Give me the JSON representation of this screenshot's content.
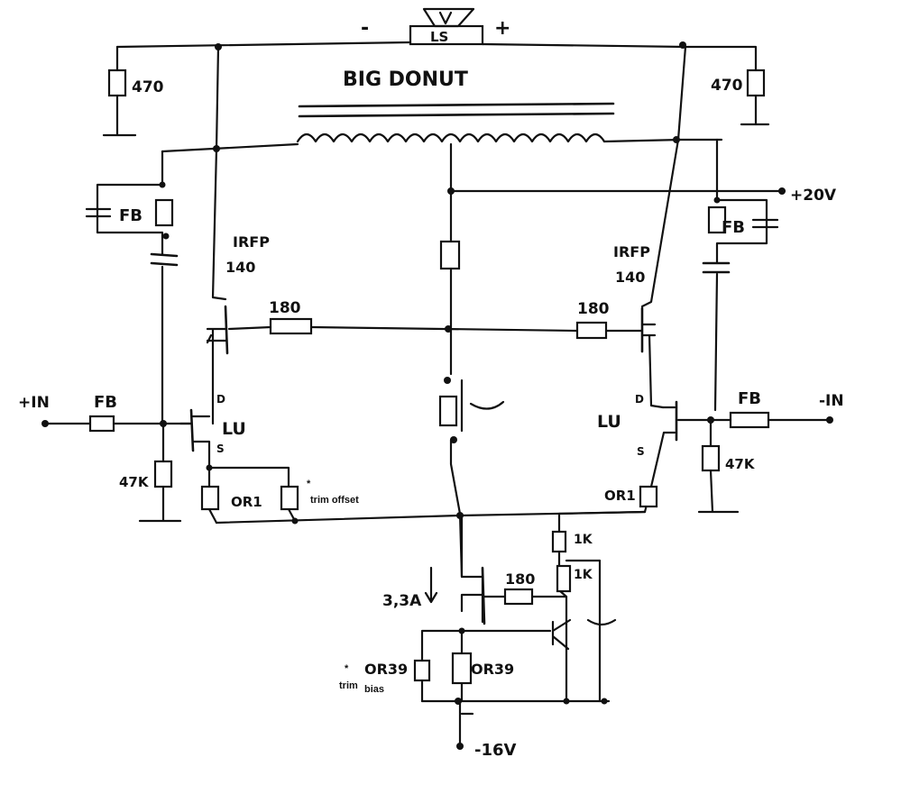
{
  "speaker": {
    "label": "LS",
    "minus": "-",
    "plus": "+"
  },
  "transformer": {
    "label": "BIG DONUT"
  },
  "resistors": {
    "r_top_left": "470",
    "r_top_right": "470",
    "r_gate_left": "180",
    "r_gate_right": "180",
    "r_in_left": "47K",
    "r_in_right": "47K",
    "r_src_left": "OR1",
    "r_src_right": "OR1",
    "r_bias_a": "OR39",
    "r_bias_b": "OR39",
    "r_cs_gate": "180",
    "r_1k_a": "1K",
    "r_1k_b": "1K"
  },
  "transistors": {
    "left_power": [
      "IRFP",
      "140"
    ],
    "right_power": [
      "IRFP",
      "140"
    ],
    "left_jfet": "LU",
    "right_jfet": "LU",
    "left_jfet_d": "D",
    "left_jfet_s": "S",
    "right_jfet_d": "D",
    "right_jfet_s": "S"
  },
  "ferrite": {
    "left_in": "FB",
    "right_in": "FB",
    "left_fb": "FB",
    "right_fb": "FB"
  },
  "io": {
    "in_plus": "+IN",
    "in_minus": "-IN",
    "v_pos": "+20V",
    "v_neg": "-16V"
  },
  "current_source": "3,3A",
  "notes": {
    "trim_offset": "trim offset",
    "trim": "trim",
    "bias": "bias",
    "star": "*"
  }
}
